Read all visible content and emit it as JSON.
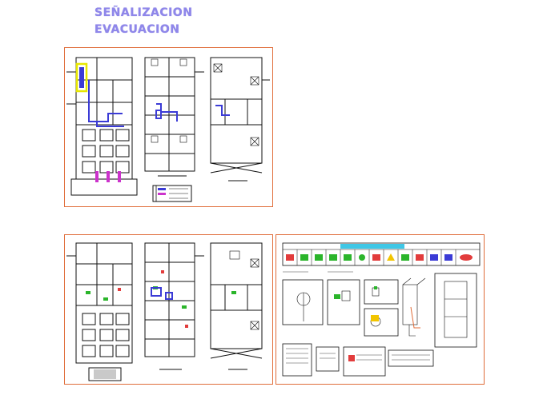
{
  "titles": {
    "line1": "SEÑALIZACION",
    "line2": "EVACUACION"
  },
  "colors": {
    "title": "#8f87ea",
    "sheet_border": "#e06d3a",
    "route": "#3b3bd6",
    "signage": "#cc33cc",
    "plan_lines": "#111111"
  },
  "sheets": [
    {
      "id": "evacuation-plans",
      "content": "floor-plans-with-evacuation-routes"
    },
    {
      "id": "signage-plans",
      "content": "floor-plans-with-safety-signs"
    },
    {
      "id": "signage-details",
      "content": "sign-legend-and-details"
    }
  ]
}
